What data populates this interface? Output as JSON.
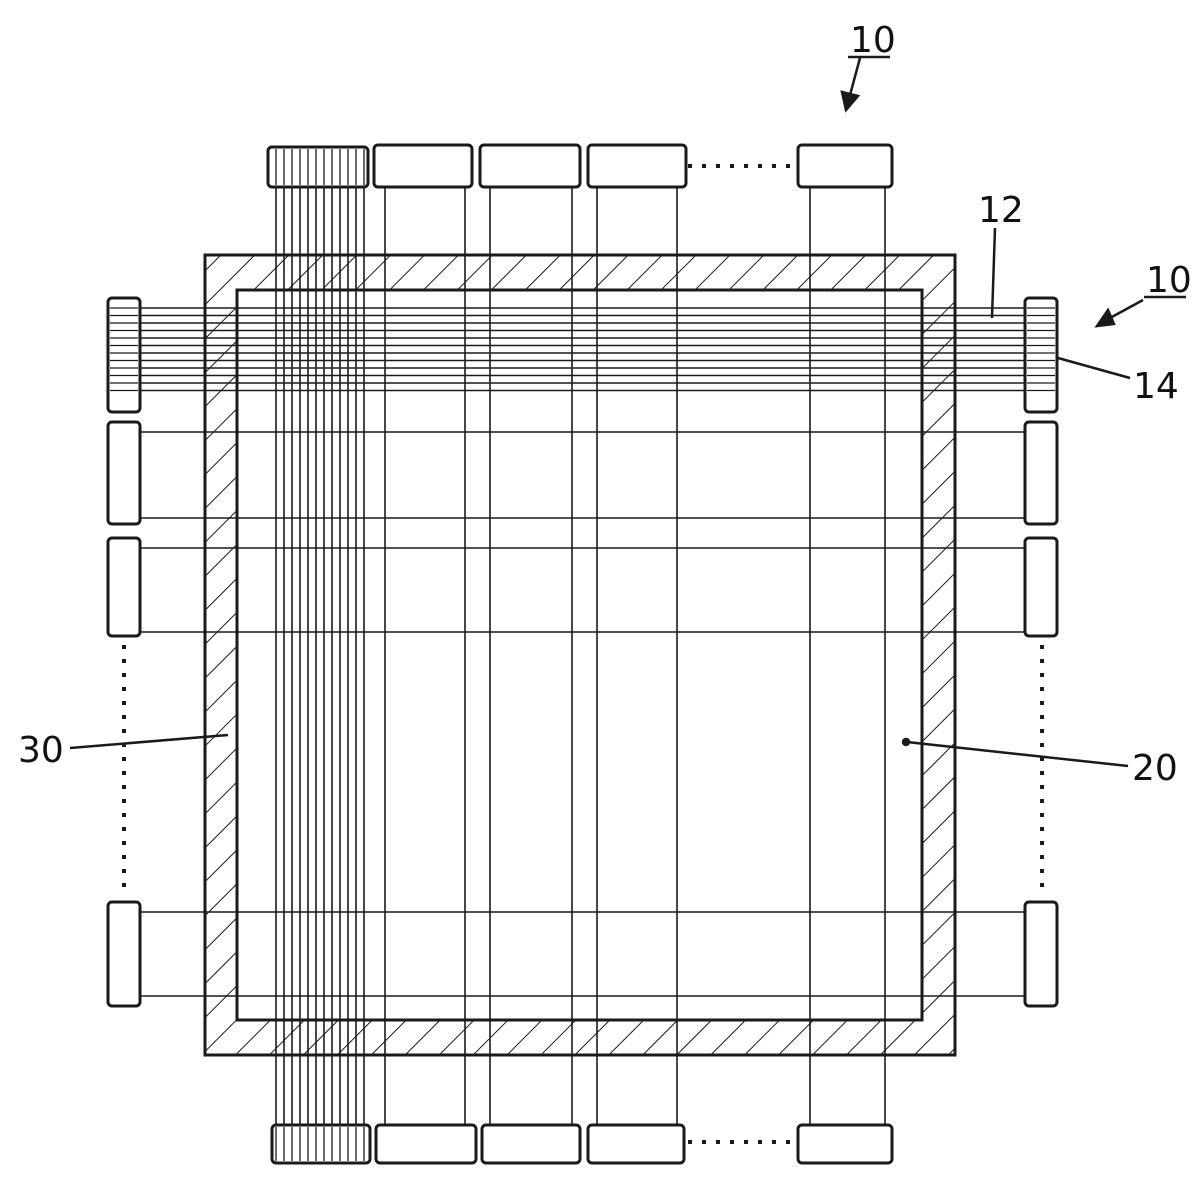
{
  "labels": {
    "unit_top": "10",
    "unit_right": "10",
    "wire": "12",
    "connector": "14",
    "display_area": "20",
    "sealant_frame": "30"
  }
}
